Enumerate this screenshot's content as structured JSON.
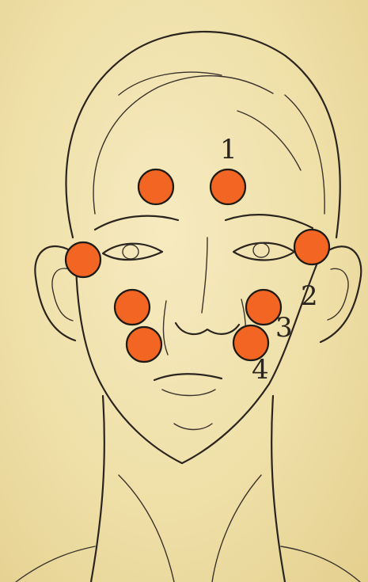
{
  "labels": [
    {
      "id": "1",
      "text": "1"
    },
    {
      "id": "2",
      "text": "2"
    },
    {
      "id": "3",
      "text": "3"
    },
    {
      "id": "4",
      "text": "4"
    }
  ],
  "points": {
    "count": 8,
    "color": "#f26522",
    "outline": "#1e1a16"
  },
  "colors": {
    "paper": "#efe1ab",
    "ink": "#2b2520"
  }
}
